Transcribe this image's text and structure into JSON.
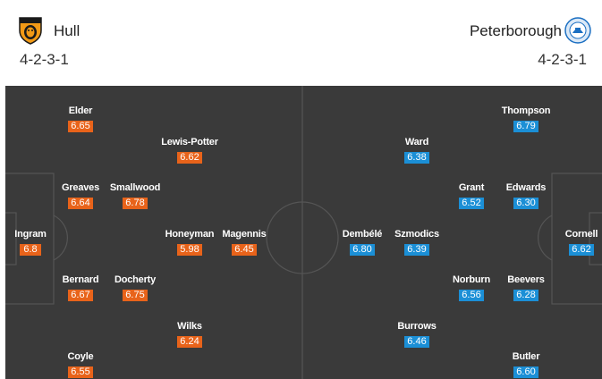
{
  "home": {
    "name": "Hull",
    "formation": "4-2-3-1",
    "color": "#e8631a",
    "crest_icon": "hull-city-crest-icon",
    "players": [
      {
        "name": "Ingram",
        "rating": "6.8"
      },
      {
        "name": "Elder",
        "rating": "6.65"
      },
      {
        "name": "Greaves",
        "rating": "6.64"
      },
      {
        "name": "Bernard",
        "rating": "6.67"
      },
      {
        "name": "Coyle",
        "rating": "6.55"
      },
      {
        "name": "Smallwood",
        "rating": "6.78"
      },
      {
        "name": "Docherty",
        "rating": "6.75"
      },
      {
        "name": "Lewis-Potter",
        "rating": "6.62"
      },
      {
        "name": "Honeyman",
        "rating": "5.98"
      },
      {
        "name": "Wilks",
        "rating": "6.24"
      },
      {
        "name": "Magennis",
        "rating": "6.45"
      }
    ]
  },
  "away": {
    "name": "Peterborough",
    "formation": "4-2-3-1",
    "color": "#1b8fd6",
    "crest_icon": "peterborough-crest-icon",
    "players": [
      {
        "name": "Cornell",
        "rating": "6.62"
      },
      {
        "name": "Thompson",
        "rating": "6.79"
      },
      {
        "name": "Edwards",
        "rating": "6.30"
      },
      {
        "name": "Beevers",
        "rating": "6.28"
      },
      {
        "name": "Butler",
        "rating": "6.60"
      },
      {
        "name": "Grant",
        "rating": "6.52"
      },
      {
        "name": "Norburn",
        "rating": "6.56"
      },
      {
        "name": "Ward",
        "rating": "6.38"
      },
      {
        "name": "Szmodics",
        "rating": "6.39"
      },
      {
        "name": "Burrows",
        "rating": "6.46"
      },
      {
        "name": "Dembélé",
        "rating": "6.80"
      }
    ]
  }
}
